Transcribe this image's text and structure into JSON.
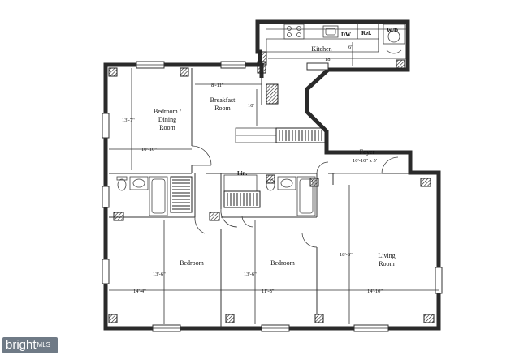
{
  "rooms": {
    "bedroom_dining": {
      "line1": "Bedroom /",
      "line2": "Dining",
      "line3": "Room"
    },
    "breakfast": {
      "line1": "Breakfast",
      "line2": "Room"
    },
    "kitchen": "Kitchen",
    "foyer": "Foyer",
    "bedroom_1": "Bedroom",
    "bedroom_2": "Bedroom",
    "living": {
      "line1": "Living",
      "line2": "Room"
    }
  },
  "fixtures": {
    "dw": "DW",
    "ref": "Ref.",
    "wd": "W/D",
    "lin": "Lin."
  },
  "dimensions": {
    "bd_height": "13'-7\"",
    "bd_width": "10'-10\"",
    "breakfast_width": "8'-11\"",
    "breakfast_height": "10'",
    "kitchen_depth": "6'",
    "kitchen_length": "18'",
    "foyer_size": "10'-10\" x 5'",
    "bed1_height": "13'-6\"",
    "bed1_width": "14'-4\"",
    "bed2_height": "13'-6\"",
    "bed2_width": "11'-8\"",
    "living_height": "18'-8\"",
    "living_width": "14'-10\""
  },
  "brand": {
    "name": "bright",
    "suffix": "MLS"
  }
}
